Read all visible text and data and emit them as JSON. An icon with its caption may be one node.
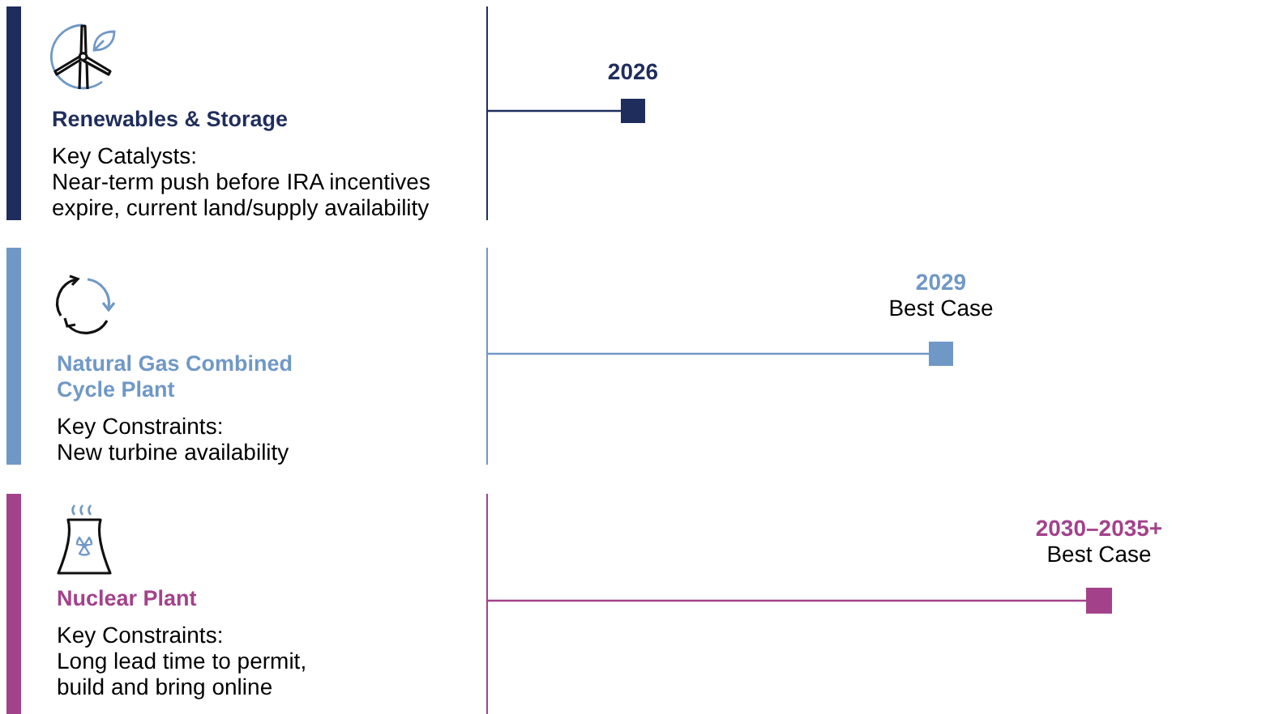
{
  "diagram": {
    "nodes": [
      {
        "text": [
          "Renewables & Storage",
          "Key Catalysts:",
          "Near-term push before IRA incentives expire, current land/supply availability"
        ]
      },
      {
        "text": [],
        "shape": "box",
        "beside": [
          "2026"
        ]
      },
      {
        "text": [
          "Natural Gas Combined Cycle Plant",
          "Key Constraints:",
          "New turbine availability"
        ]
      },
      {
        "text": [],
        "shape": "box",
        "beside": [
          "2029",
          "Best Case"
        ]
      },
      {
        "text": [
          "Nuclear Plant",
          "Key Constraints:",
          "Long lead time to permit, build and bring online"
        ]
      },
      {
        "text": [],
        "shape": "box",
        "beside": [
          "2030–2035+",
          "Best Case"
        ]
      }
    ],
    "edges": [
      {
        "from": 0,
        "to": 1,
        "arrow": "none",
        "color": "#1f2d5c"
      },
      {
        "from": 2,
        "to": 3,
        "arrow": "none",
        "color": "#7098c6"
      },
      {
        "from": 4,
        "to": 5,
        "arrow": "none",
        "color": "#a3428b"
      }
    ]
  }
}
